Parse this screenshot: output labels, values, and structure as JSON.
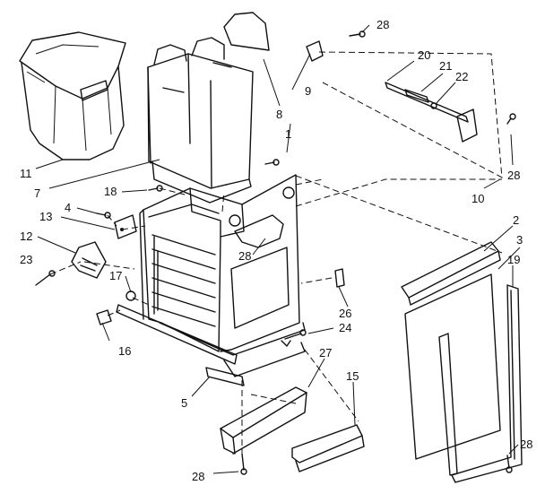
{
  "callouts": [
    "28",
    "9",
    "8",
    "20",
    "21",
    "22",
    "11",
    "7",
    "1",
    "28",
    "18",
    "4",
    "13",
    "12",
    "23",
    "17",
    "16",
    "28",
    "10",
    "2",
    "3",
    "19",
    "26",
    "24",
    "5",
    "27",
    "15",
    "28",
    "28"
  ],
  "icons": {
    "bag": "trash-bag-icon",
    "bin": "drawer-bin-icon",
    "cabinet": "cabinet-frame-icon",
    "screw": "screw-icon",
    "panel": "front-panel-icon"
  }
}
